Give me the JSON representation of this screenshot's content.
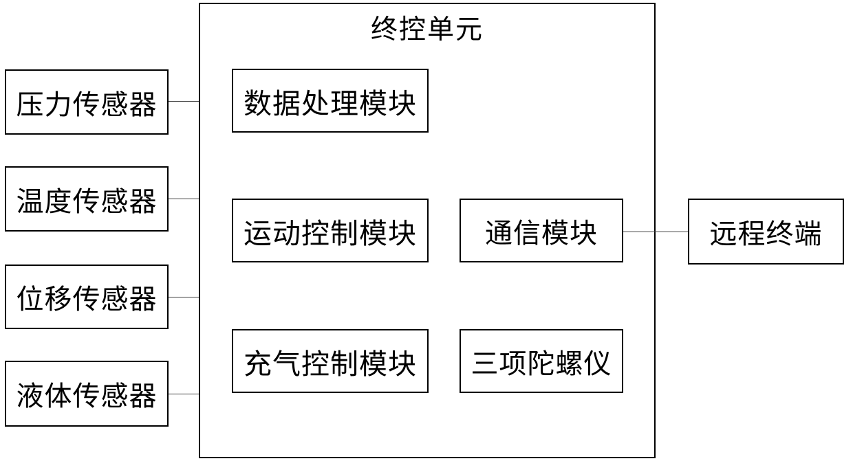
{
  "diagram": {
    "container": {
      "title": "终控单元"
    },
    "sensors": [
      {
        "label": "压力传感器"
      },
      {
        "label": "温度传感器"
      },
      {
        "label": "位移传感器"
      },
      {
        "label": "液体传感器"
      }
    ],
    "inner_modules": [
      {
        "label": "数据处理模块"
      },
      {
        "label": "运动控制模块"
      },
      {
        "label": "充气控制模块"
      },
      {
        "label": "通信模块"
      },
      {
        "label": "三项陀螺仪"
      }
    ],
    "external": [
      {
        "label": "远程终端"
      }
    ],
    "connections": [
      {
        "from": "压力传感器",
        "to": "终控单元"
      },
      {
        "from": "温度传感器",
        "to": "终控单元"
      },
      {
        "from": "位移传感器",
        "to": "终控单元"
      },
      {
        "from": "液体传感器",
        "to": "终控单元"
      },
      {
        "from": "通信模块",
        "to": "远程终端"
      }
    ],
    "colors": {
      "background": "#ffffff",
      "border": "#000000",
      "text": "#000000",
      "line": "#3f3f3f"
    }
  }
}
